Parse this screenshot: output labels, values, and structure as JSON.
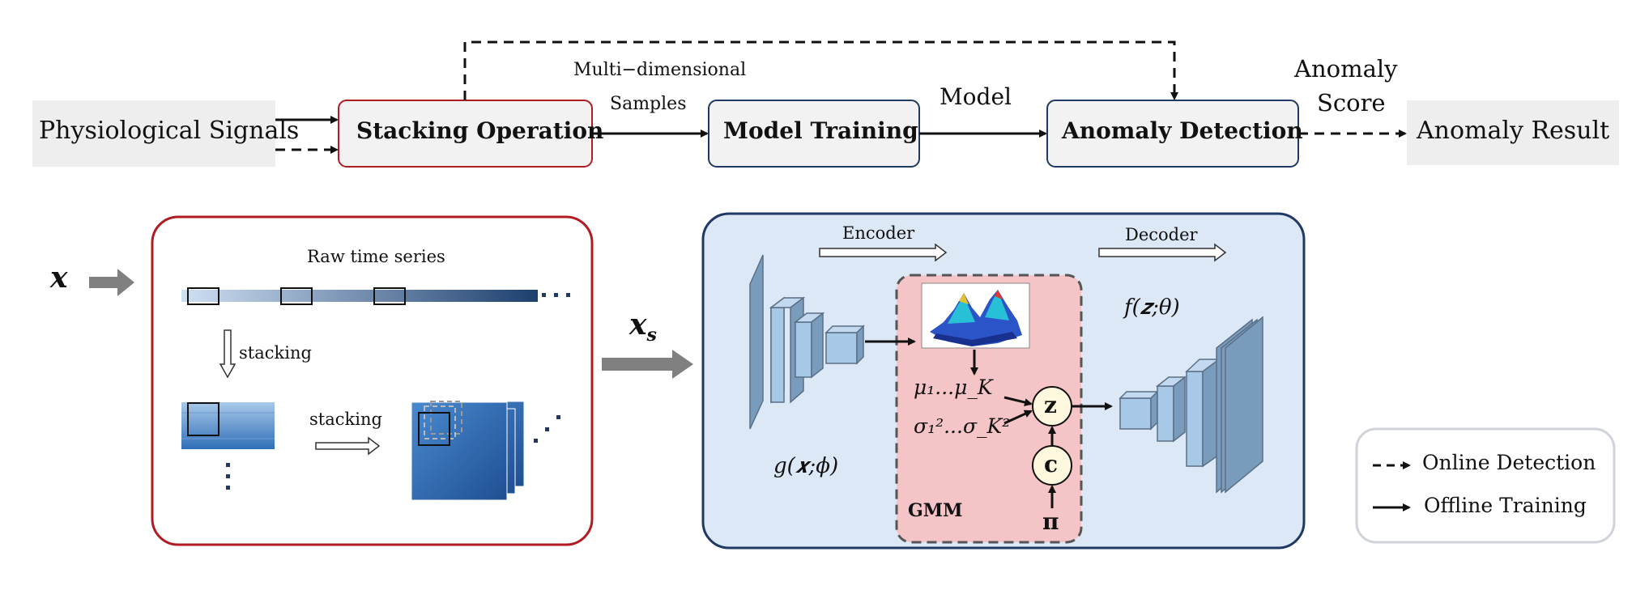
{
  "top_flow": {
    "input_label": "Physiological Signals",
    "stacking_label": "Stacking Operation",
    "samples_label_1": "Multi−dimensional",
    "samples_label_2": "Samples",
    "training_label": "Model Training",
    "model_label": "Model",
    "detection_label": "Anomaly Detection",
    "score_label_1": "Anomaly",
    "score_label_2": "Score",
    "result_label": "Anomaly Result"
  },
  "stacking_panel": {
    "input_symbol": "x",
    "raw_series_label": "Raw time series",
    "stacking_label_1": "stacking",
    "stacking_label_2": "stacking",
    "output_symbol": "x",
    "output_subscript": "s"
  },
  "model_panel": {
    "encoder_label": "Encoder",
    "decoder_label": "Decoder",
    "encoder_fn": "g(𝒙;ϕ)",
    "decoder_fn": "f(𝒛;θ)",
    "gmm_label": "GMM",
    "mu_label": "μ₁...μ_K",
    "sigma_label": "σ₁²...σ_K²",
    "z_node": "z",
    "c_node": "c",
    "pi_node": "π"
  },
  "legend": {
    "online_label": "Online Detection",
    "offline_label": "Offline Training"
  },
  "colors": {
    "stacking_border": "#b01c22",
    "model_border": "#1f3864",
    "model_fill": "#dce8f5",
    "gmm_fill": "#f4c4c6",
    "block_fill": "#a8c8e8",
    "block_dark": "#7a9cbc",
    "gray_box": "#eeeeee"
  }
}
